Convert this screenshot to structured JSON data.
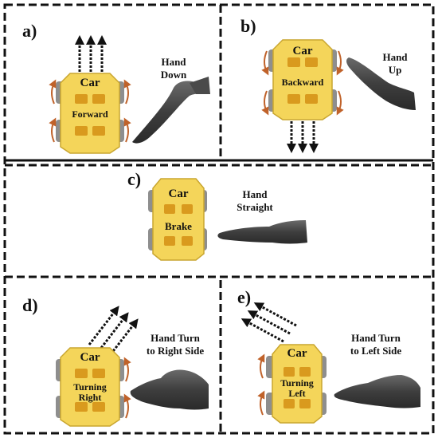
{
  "panels": [
    {
      "label": "a)",
      "car_title": "Car",
      "car_state": [
        "Forward"
      ],
      "hand_text": [
        "Hand",
        "Down"
      ],
      "direction": "forward",
      "hand_pose": "down"
    },
    {
      "label": "b)",
      "car_title": "Car",
      "car_state": [
        "Backward"
      ],
      "hand_text": [
        "Hand",
        "Up"
      ],
      "direction": "backward",
      "hand_pose": "up"
    },
    {
      "label": "c)",
      "car_title": "Car",
      "car_state": [
        "Brake"
      ],
      "hand_text": [
        "Hand",
        "Straight"
      ],
      "direction": "none",
      "hand_pose": "straight"
    },
    {
      "label": "d)",
      "car_title": "Car",
      "car_state": [
        "Turning",
        "Right"
      ],
      "hand_text": [
        "Hand Turn",
        "to Right Side"
      ],
      "direction": "right",
      "hand_pose": "right"
    },
    {
      "label": "e)",
      "car_title": "Car",
      "car_state": [
        "Turning",
        "Left"
      ],
      "hand_text": [
        "Hand Turn",
        "to Left Side"
      ],
      "direction": "left",
      "hand_pose": "left"
    }
  ],
  "colors": {
    "car_body": "#F4D55A",
    "car_outline": "#C9A630",
    "motor": "#D99A1E",
    "wheel": "#8E8E8E",
    "wheel_arrow": "#C0622A",
    "hand": "#4A4A4A",
    "border": "#111111"
  }
}
